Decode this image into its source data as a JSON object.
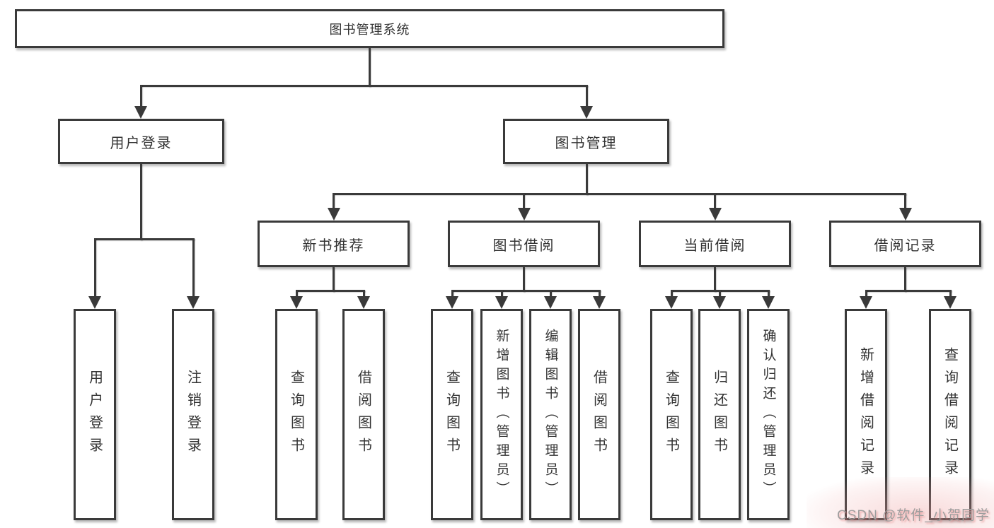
{
  "diagram": {
    "title_node": "图书管理系统",
    "root": {
      "label": "图书管理系统"
    },
    "branches": [
      {
        "label": "用户登录",
        "children": [
          {
            "label": "用户登录"
          },
          {
            "label": "注销登录"
          }
        ]
      },
      {
        "label": "图书管理",
        "children": [
          {
            "label": "新书推荐",
            "children": [
              {
                "label": "查询图书"
              },
              {
                "label": "借阅图书"
              }
            ]
          },
          {
            "label": "图书借阅",
            "children": [
              {
                "label": "查询图书"
              },
              {
                "label": "新增图书（管理员）"
              },
              {
                "label": "编辑图书（管理员）"
              },
              {
                "label": "借阅图书"
              }
            ]
          },
          {
            "label": "当前借阅",
            "children": [
              {
                "label": "查询图书"
              },
              {
                "label": "归还图书"
              },
              {
                "label": "确认归还（管理员）"
              }
            ]
          },
          {
            "label": "借阅记录",
            "children": [
              {
                "label": "新增借阅记录"
              },
              {
                "label": "查询借阅记录"
              }
            ]
          }
        ]
      }
    ],
    "watermark": "CSDN @软件_小贺同学",
    "colors": {
      "background": "#ffffff",
      "line": "#3a3a3a",
      "text": "#333333",
      "watermark_gray": "#9d9d9d",
      "watermark_pink": "#e9a0a0"
    }
  }
}
